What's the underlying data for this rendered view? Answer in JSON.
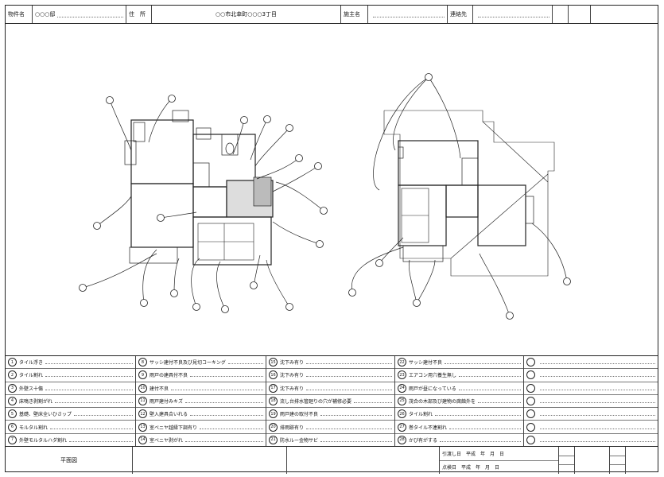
{
  "header": {
    "owner_label": "物件名",
    "owner_value": "○○○邸",
    "address_label": "住　所",
    "address_value": "○○市北幸町○○○3丁目",
    "builder_label": "施主名",
    "contact_label": "連絡先"
  },
  "legend": [
    {
      "num": "1",
      "text": "タイル浮き"
    },
    {
      "num": "2",
      "text": "タイル割れ"
    },
    {
      "num": "3",
      "text": "外壁ス十傷"
    },
    {
      "num": "4",
      "text": "床鳴き剥割がれ"
    },
    {
      "num": "5",
      "text": "基礎、壁床全いひさップ"
    },
    {
      "num": "6",
      "text": "モルタル割れ"
    },
    {
      "num": "7",
      "text": "外壁モルタルハダ割れ"
    },
    {
      "num": "8",
      "text": "サッシ建付不良及び見切コーキング"
    },
    {
      "num": "9",
      "text": "雨戸の建具付不良"
    },
    {
      "num": "10",
      "text": "建付不良"
    },
    {
      "num": "11",
      "text": "雨戸建付みキズ"
    },
    {
      "num": "12",
      "text": "壁入建具合いれる"
    },
    {
      "num": "13",
      "text": "室ベニヤ越縁下調有り"
    },
    {
      "num": "14",
      "text": "室ベニヤ剥がれ"
    },
    {
      "num": "15",
      "text": "沈下み有り"
    },
    {
      "num": "16",
      "text": "沈下み有り"
    },
    {
      "num": "17",
      "text": "沈下み有り"
    },
    {
      "num": "18",
      "text": "流し台排水管廻りの穴が補修必要"
    },
    {
      "num": "19",
      "text": "雨戸建の取付不良"
    },
    {
      "num": "20",
      "text": "排雨跡有り"
    },
    {
      "num": "21",
      "text": "防水ルー金物サビ"
    },
    {
      "num": "22",
      "text": "サッシ建付不良"
    },
    {
      "num": "23",
      "text": "エアコン用穴養生無し"
    },
    {
      "num": "24",
      "text": "雨戸が昼になっている"
    },
    {
      "num": "25",
      "text": "茂合の木部及び建物の腐蝕外を"
    },
    {
      "num": "26",
      "text": "タイル割れ"
    },
    {
      "num": "27",
      "text": "巻タイル不連割れ"
    },
    {
      "num": "28",
      "text": "かび有がする"
    },
    {
      "num": "",
      "text": ""
    },
    {
      "num": "",
      "text": ""
    },
    {
      "num": "",
      "text": ""
    },
    {
      "num": "",
      "text": ""
    },
    {
      "num": "",
      "text": ""
    },
    {
      "num": "",
      "text": ""
    },
    {
      "num": "",
      "text": ""
    }
  ],
  "footer": {
    "title": "平面図",
    "date1_label": "引渡し日",
    "date1_era": "平成",
    "date1_units": "年　月　日",
    "date2_label": "点検日",
    "date2_era": "平成",
    "date2_units": "年　月　日"
  }
}
